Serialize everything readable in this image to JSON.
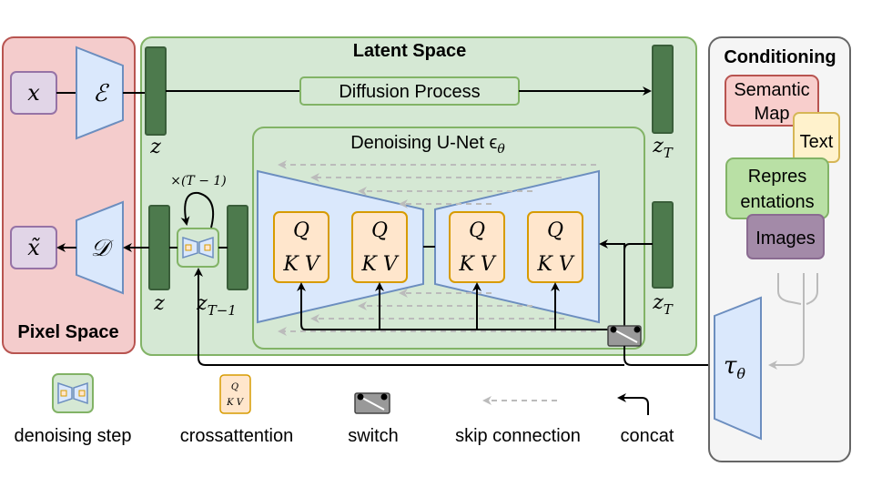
{
  "panels": {
    "pixel_space": "Pixel Space",
    "latent_space": "Latent Space",
    "conditioning": "Conditioning"
  },
  "pixel": {
    "x": "x",
    "x_tilde": "x̃",
    "encoder": "ℰ",
    "decoder": "𝒟"
  },
  "latent": {
    "diffusion_process": "Diffusion Process",
    "unet_title": "Denoising U-Net ϵ",
    "unet_title_sub": "θ",
    "z": "z",
    "z_top": "z",
    "z_T": "z",
    "z_T_sub": "T",
    "z_T_bottom": "z",
    "z_T_bottom_sub": "T",
    "z_T_minus_1": "z",
    "z_T_minus_1_sub": "T−1",
    "repeat": "×(T − 1)",
    "qkv": [
      {
        "q": "Q",
        "kv": "K V"
      },
      {
        "q": "Q",
        "kv": "K V"
      },
      {
        "q": "Q",
        "kv": "K V"
      },
      {
        "q": "Q",
        "kv": "K V"
      }
    ]
  },
  "conditioning": {
    "semantic_map_1": "Semantic",
    "semantic_map_2": "Map",
    "text": "Text",
    "representations_1": "Repres",
    "representations_2": "entations",
    "images": "Images",
    "tau": "τ",
    "tau_sub": "θ"
  },
  "legend": {
    "denoising_step": "denoising step",
    "crossattention": "crossattention",
    "crossattention_q": "Q",
    "crossattention_kv": "K V",
    "switch": "switch",
    "skip_connection": "skip connection",
    "concat": "concat"
  },
  "colors": {
    "pixel_bg": "#f4cccc",
    "pixel_border": "#b85450",
    "latent_bg": "#d5e8d4",
    "latent_border": "#82b366",
    "cond_bg": "#f5f5f5",
    "cond_border": "#666666",
    "encoder_fill": "#dae8fc",
    "encoder_border": "#6c8ebf",
    "latent_bar": "#4d7a4d",
    "qkv_fill": "#ffe6cc",
    "qkv_border": "#d79b00",
    "x_fill": "#e1d5e7",
    "x_border": "#9673a6"
  }
}
